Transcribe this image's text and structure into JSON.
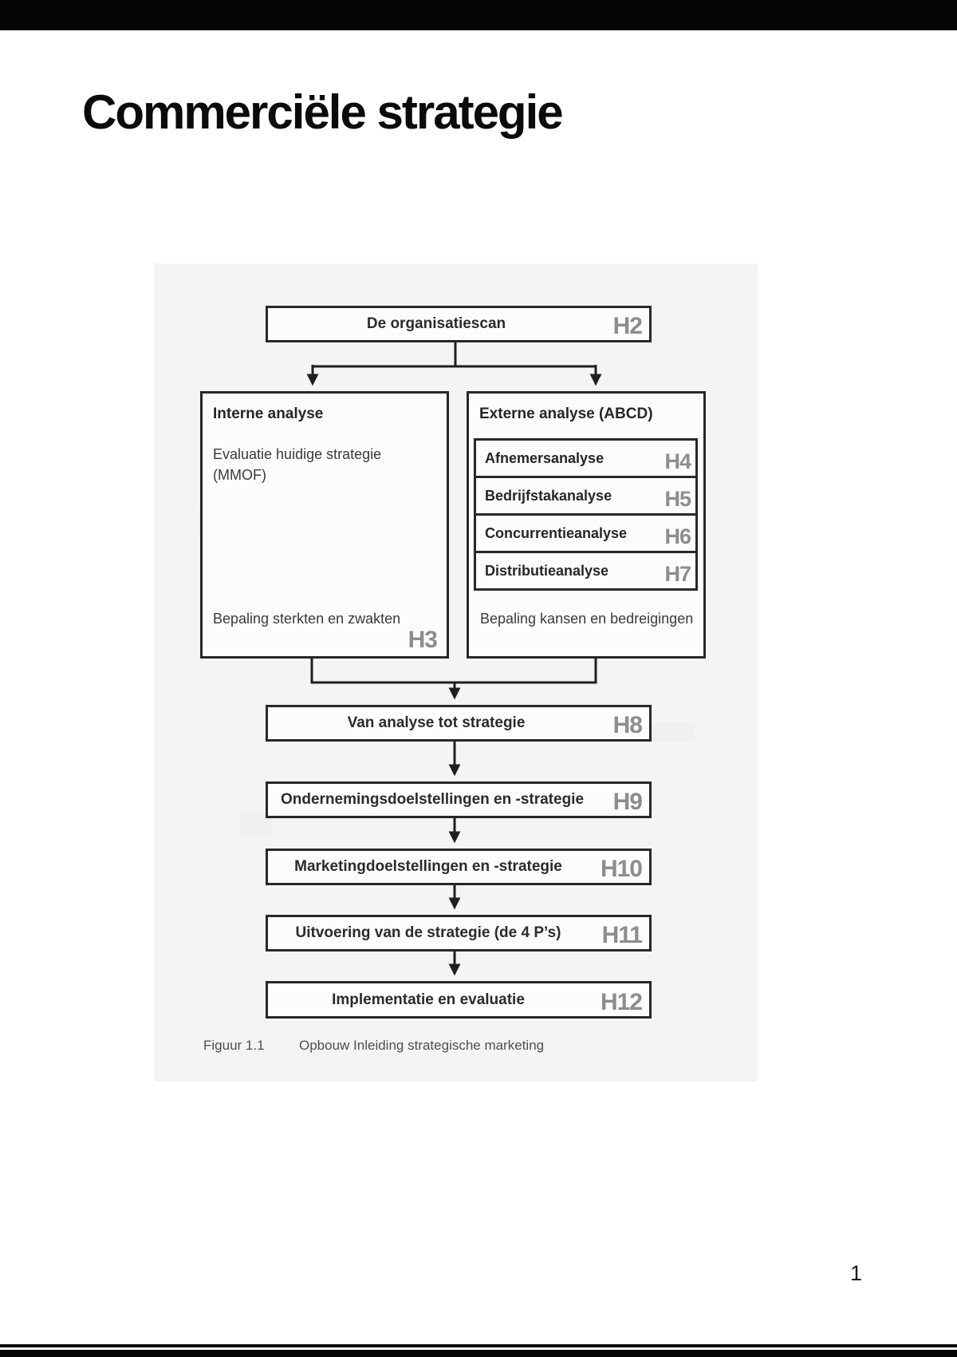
{
  "page": {
    "title": "Commerciële strategie",
    "page_number": "1"
  },
  "figure": {
    "caption_label": "Figuur 1.1",
    "caption_text": "Opbouw Inleiding strategische marketing",
    "colors": {
      "box_border": "#282828",
      "chapter_label_gray": "#8d8d8d",
      "panel_background": "#f4f4f4",
      "page_background": "#ffffff"
    },
    "top_box": {
      "label": "De organisatiescan",
      "chapter": "H2"
    },
    "internal_box": {
      "title": "Interne analyse",
      "line1": "Evaluatie huidige strategie",
      "line2": "(MMOF)",
      "bottom_line": "Bepaling sterkten en zwakten",
      "chapter": "H3"
    },
    "external_box": {
      "title": "Externe analyse (ABCD)",
      "sub_boxes": [
        {
          "label": "Afnemersanalyse",
          "chapter": "H4"
        },
        {
          "label": "Bedrijfstakanalyse",
          "chapter": "H5"
        },
        {
          "label": "Concurrentieanalyse",
          "chapter": "H6"
        },
        {
          "label": "Distributieanalyse",
          "chapter": "H7"
        }
      ],
      "bottom_line": "Bepaling kansen en bedreigingen"
    },
    "chain_boxes": [
      {
        "label": "Van analyse tot strategie",
        "chapter": "H8"
      },
      {
        "label": "Ondernemingsdoelstellingen en -strategie",
        "chapter": "H9"
      },
      {
        "label": "Marketingdoelstellingen en -strategie",
        "chapter": "H10"
      },
      {
        "label": "Uitvoering van de strategie (de 4 P’s)",
        "chapter": "H11"
      },
      {
        "label": "Implementatie en evaluatie",
        "chapter": "H12"
      }
    ]
  }
}
